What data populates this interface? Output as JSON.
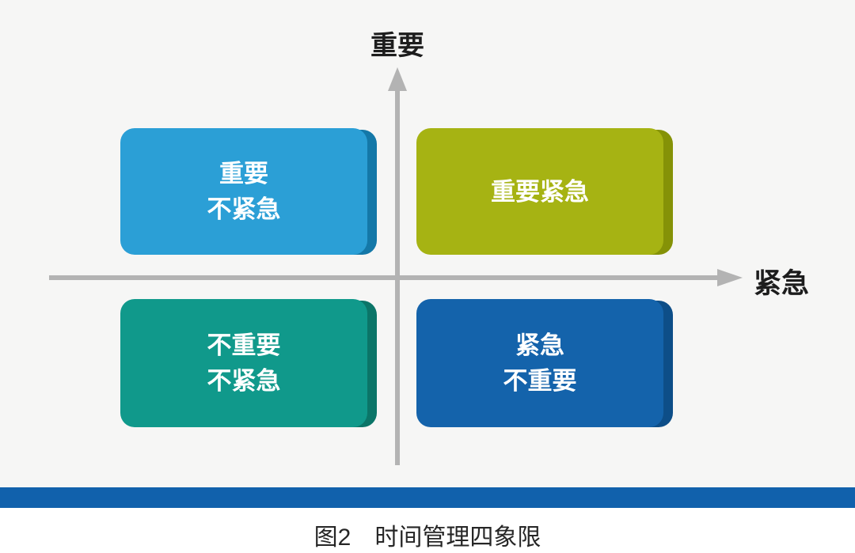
{
  "axes": {
    "y_label": "重要",
    "x_label": "紧急",
    "axis_color": "#b3b3b3",
    "label_color": "#1d1d1d"
  },
  "quadrants": {
    "top_left": {
      "line1": "重要",
      "line2": "不紧急",
      "color": "#2b9fd6",
      "edge_color": "#1478a8"
    },
    "top_right": {
      "line1": "重要紧急",
      "line2": "",
      "color": "#a6b313",
      "edge_color": "#859207"
    },
    "bottom_left": {
      "line1": "不重要",
      "line2": "不紧急",
      "color": "#10998b",
      "edge_color": "#0b7568"
    },
    "bottom_right": {
      "line1": "紧急",
      "line2": "不重要",
      "color": "#1463ab",
      "edge_color": "#0d4e88"
    }
  },
  "footer": {
    "bar_color": "#1161ac",
    "caption": "图2　时间管理四象限"
  }
}
